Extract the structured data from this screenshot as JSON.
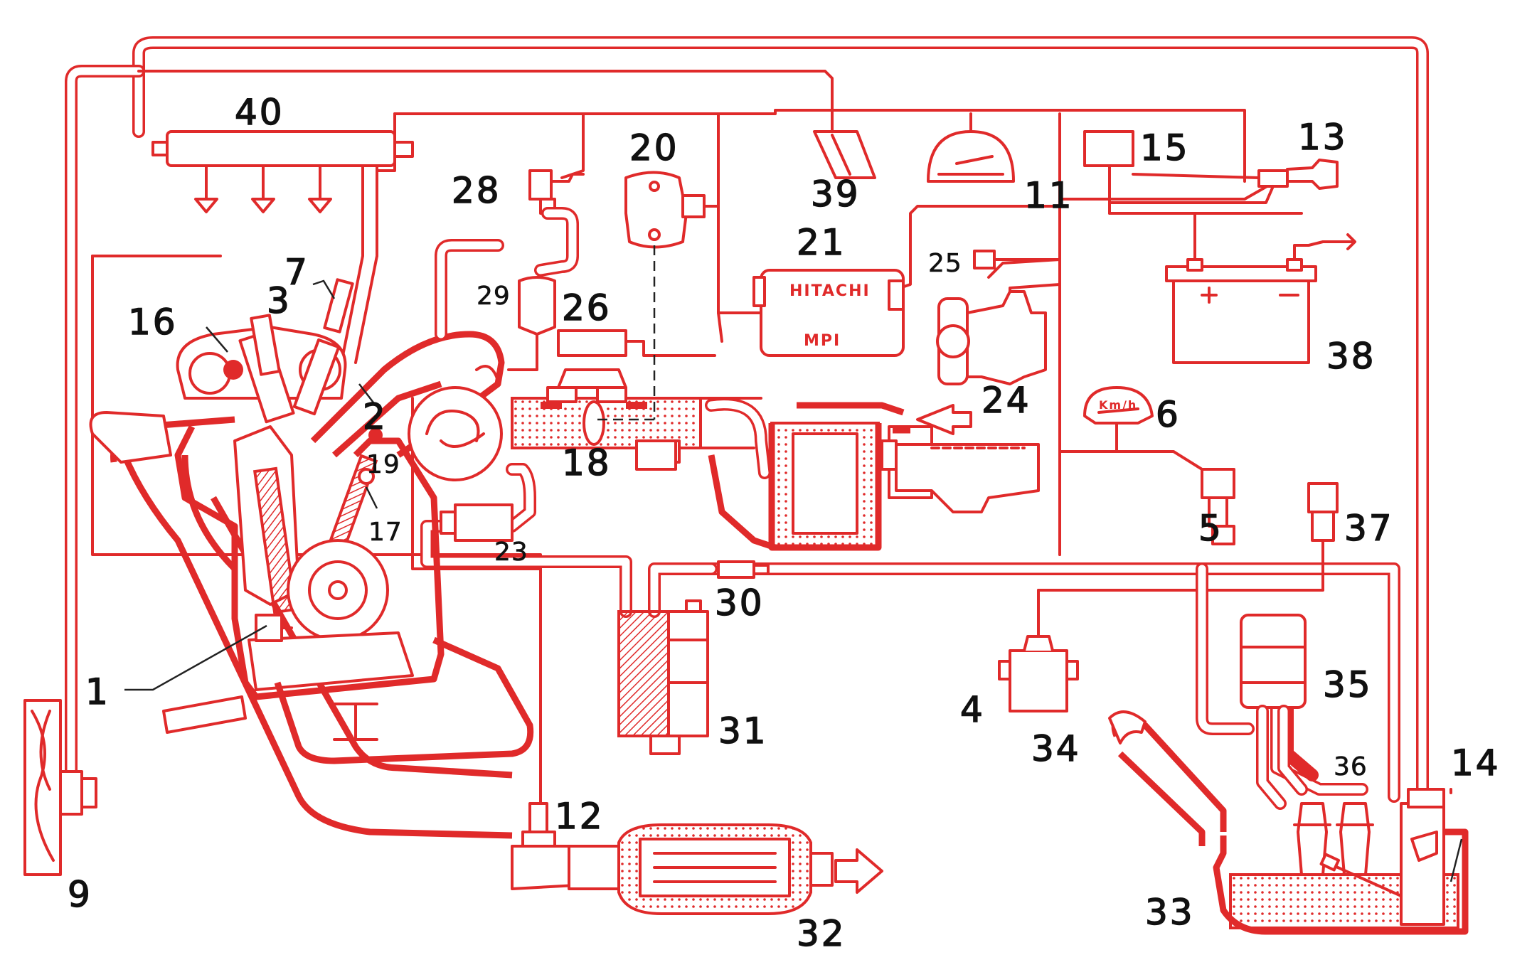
{
  "brand": {
    "line1": "HITACHI",
    "line2": "MPI"
  },
  "speedo_unit": "Km/h",
  "labels": {
    "l1": "1",
    "l2": "2",
    "l3": "3",
    "l4": "4",
    "l5": "5",
    "l6": "6",
    "l7": "7",
    "l9": "9",
    "l11": "11",
    "l12": "12",
    "l13": "13",
    "l14": "14",
    "l15": "15",
    "l16": "16",
    "l17": "17",
    "l18": "18",
    "l19": "19",
    "l20": "20",
    "l21": "21",
    "l23": "23",
    "l24": "24",
    "l25": "25",
    "l26": "26",
    "l28": "28",
    "l29": "29",
    "l30": "30",
    "l31": "31",
    "l32": "32",
    "l33": "33",
    "l34": "34",
    "l35": "35",
    "l36": "36",
    "l37": "37",
    "l38": "38",
    "l39": "39",
    "l40": "40"
  },
  "colors": {
    "diagram": "#e02a2a",
    "labels": "#111111"
  }
}
